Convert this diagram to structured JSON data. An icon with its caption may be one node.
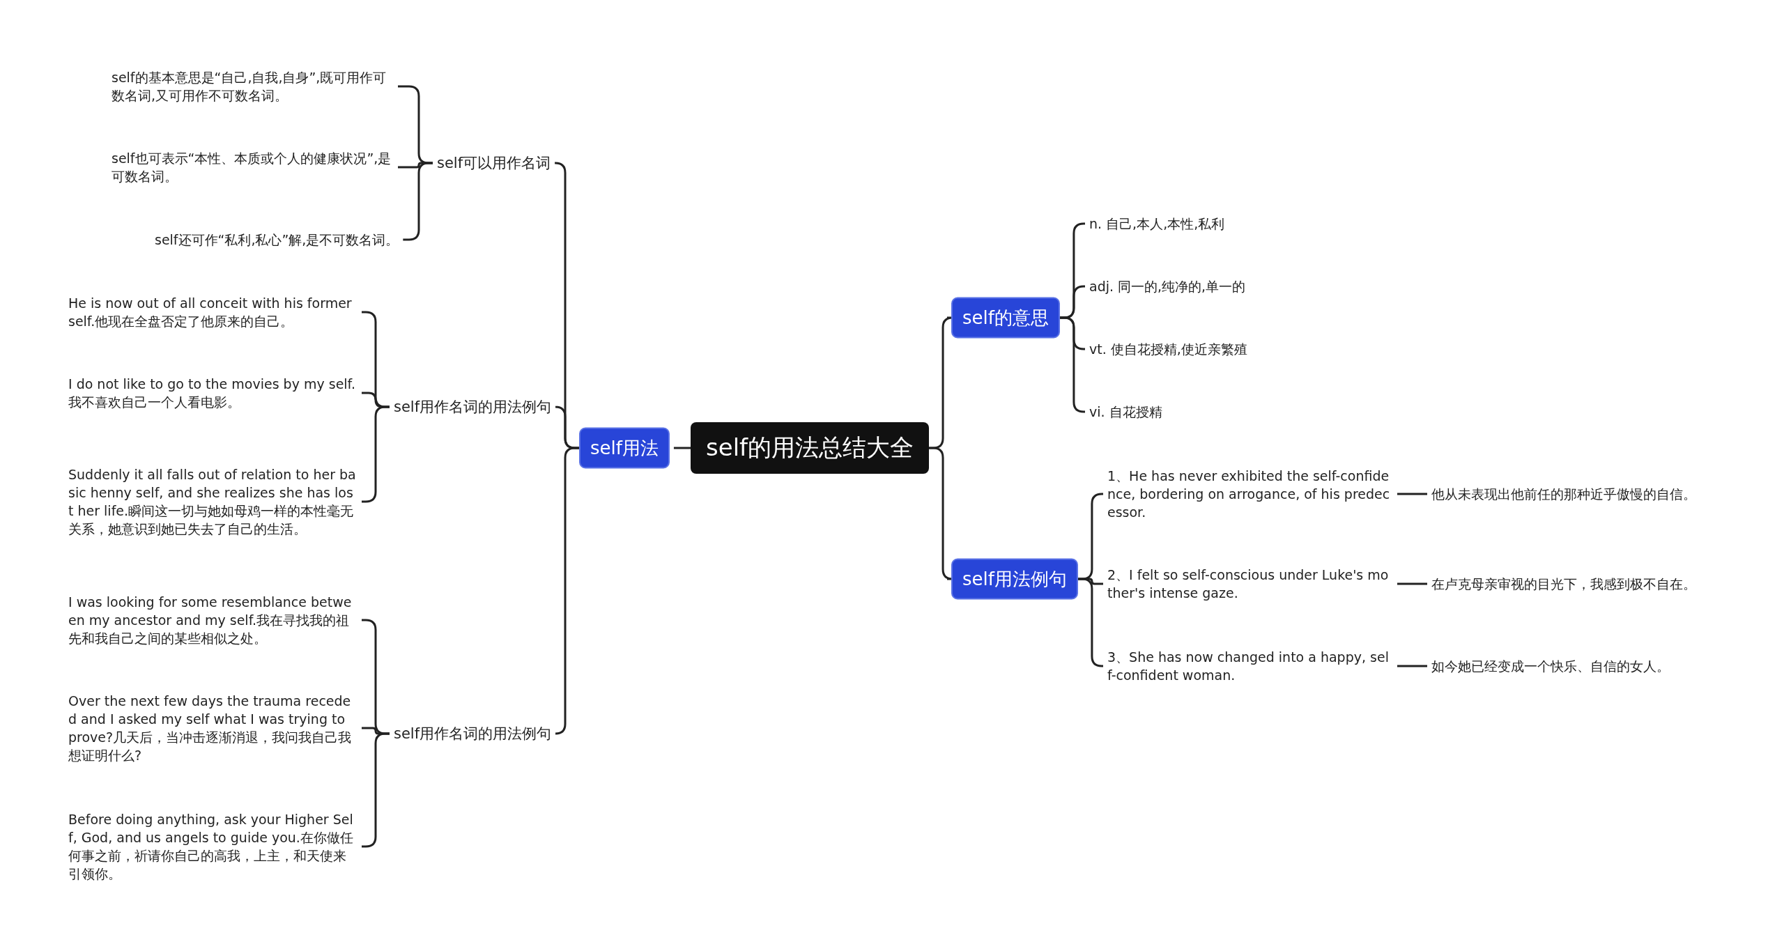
{
  "diagram": {
    "nodes": [
      {
        "text": [
          "self的用法总结大全"
        ]
      },
      {
        "text": [
          "self用法"
        ]
      },
      {
        "text": [
          "self可以用作名词"
        ]
      },
      {
        "text": [
          "self的基本意思是“自己,自我,自身”,既可用作可数名词,又可用作不可数名词。"
        ]
      },
      {
        "text": [
          "self也可表示“本性、本质或个人的健康状况”,是可数名词。"
        ]
      },
      {
        "text": [
          "self还可作“私利,私心”解,是不可数名词。"
        ]
      },
      {
        "text": [
          "self用作名词的用法例句"
        ]
      },
      {
        "text": [
          "He is now out of all conceit with his former self.他现在全盘否定了他原来的自己。"
        ]
      },
      {
        "text": [
          "I do not like to go to the movies by my self.我不喜欢自己一个人看电影。"
        ]
      },
      {
        "text": [
          "Suddenly it all falls out of relation to her basic henny self, and she realizes she has lost her life.瞬间这一切与她如母鸡一样的本性毫无关系，她意识到她已失去了自己的生活。"
        ]
      },
      {
        "text": [
          "self用作名词的用法例句"
        ]
      },
      {
        "text": [
          "I was looking for some resemblance between my ancestor and my self.我在寻找我的祖先和我自己之间的某些相似之处。"
        ]
      },
      {
        "text": [
          "Over the next few days the trauma receded and I asked my self what I was trying to prove?几天后，当冲击逐渐消退，我问我自己我想证明什么?"
        ]
      },
      {
        "text": [
          "Before doing anything, ask your Higher Self, God, and us angels to guide you.在你做任何事之前，祈请你自己的高我，上主，和天使来引领你。"
        ]
      },
      {
        "text": [
          "self的意思"
        ]
      },
      {
        "text": [
          "n. 自己,本人,本性,私利"
        ]
      },
      {
        "text": [
          "adj. 同一的,纯净的,单一的"
        ]
      },
      {
        "text": [
          "vt. 使自花授精,使近亲繁殖"
        ]
      },
      {
        "text": [
          "vi. 自花授精"
        ]
      },
      {
        "text": [
          "self用法例句"
        ]
      },
      {
        "text": [
          "1、He has never exhibited the self-confidence, bordering on arrogance, of his predecessor."
        ]
      },
      {
        "text": [
          "他从未表现出他前任的那种近乎傲慢的自信。"
        ]
      },
      {
        "text": [
          "2、I felt so self-conscious under Luke's mother's intense gaze."
        ]
      },
      {
        "text": [
          "在卢克母亲审视的目光下，我感到极不自在。"
        ]
      },
      {
        "text": [
          "3、She has now changed into a happy, self-confident woman."
        ]
      },
      {
        "text": [
          "如今她已经变成一个快乐、自信的女人。"
        ]
      }
    ],
    "edges": [
      {
        "from": 0,
        "to": 1,
        "arrow": "none"
      },
      {
        "from": 1,
        "to": 2,
        "arrow": "none"
      },
      {
        "from": 2,
        "to": 3,
        "arrow": "none"
      },
      {
        "from": 2,
        "to": 4,
        "arrow": "none"
      },
      {
        "from": 2,
        "to": 5,
        "arrow": "none"
      },
      {
        "from": 1,
        "to": 6,
        "arrow": "none"
      },
      {
        "from": 6,
        "to": 7,
        "arrow": "none"
      },
      {
        "from": 6,
        "to": 8,
        "arrow": "none"
      },
      {
        "from": 6,
        "to": 9,
        "arrow": "none"
      },
      {
        "from": 1,
        "to": 10,
        "arrow": "none"
      },
      {
        "from": 10,
        "to": 11,
        "arrow": "none"
      },
      {
        "from": 10,
        "to": 12,
        "arrow": "none"
      },
      {
        "from": 10,
        "to": 13,
        "arrow": "none"
      },
      {
        "from": 0,
        "to": 14,
        "arrow": "none"
      },
      {
        "from": 14,
        "to": 15,
        "arrow": "none"
      },
      {
        "from": 14,
        "to": 16,
        "arrow": "none"
      },
      {
        "from": 14,
        "to": 17,
        "arrow": "none"
      },
      {
        "from": 14,
        "to": 18,
        "arrow": "none"
      },
      {
        "from": 0,
        "to": 19,
        "arrow": "none"
      },
      {
        "from": 19,
        "to": 20,
        "arrow": "none"
      },
      {
        "from": 19,
        "to": 22,
        "arrow": "none"
      },
      {
        "from": 19,
        "to": 24,
        "arrow": "none"
      },
      {
        "from": 20,
        "to": 21,
        "arrow": "none"
      },
      {
        "from": 22,
        "to": 23,
        "arrow": "none"
      },
      {
        "from": 24,
        "to": 25,
        "arrow": "none"
      }
    ]
  }
}
